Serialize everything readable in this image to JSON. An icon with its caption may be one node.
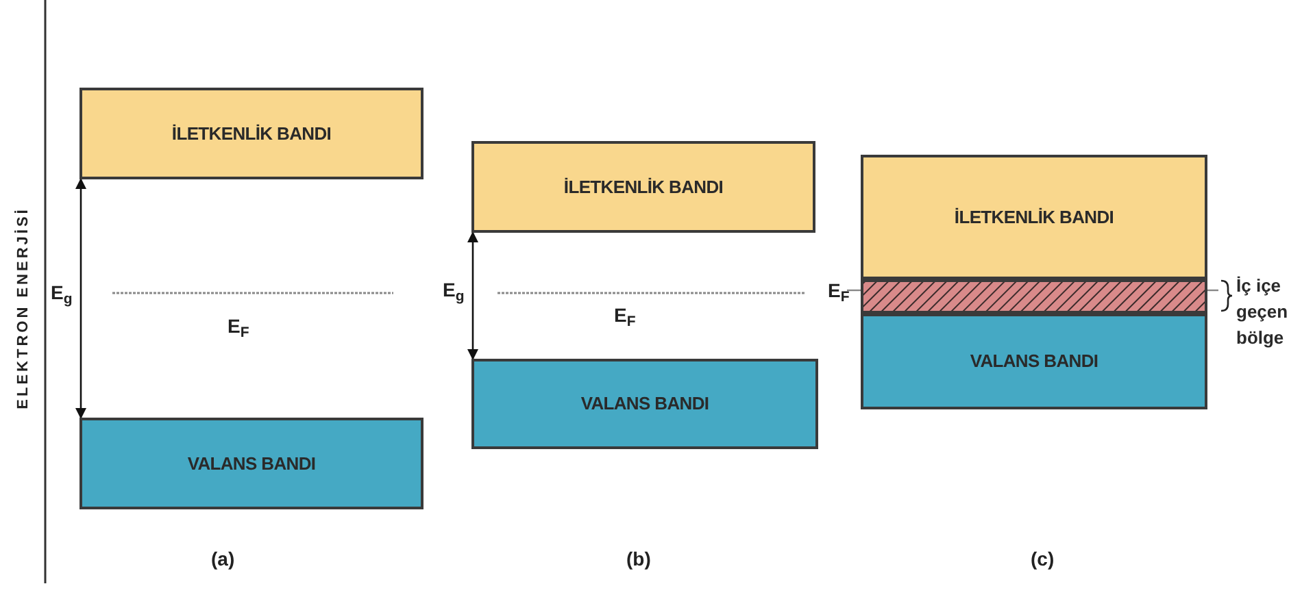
{
  "diagram": {
    "nodes": [
      {
        "text": [
          "İLETKENLİK BANDI"
        ]
      },
      {
        "text": [
          "VALANS BANDI"
        ]
      },
      {
        "text": [
          "İLETKENLİK BANDI"
        ]
      },
      {
        "text": [
          "VALANS BANDI"
        ]
      },
      {
        "text": [
          "İLETKENLİK BANDI"
        ]
      },
      {
        "text": [],
        "shape": "bar",
        "beside": [
          "İç içe geçen bölge"
        ]
      },
      {
        "text": [
          "VALANS BANDI"
        ]
      }
    ],
    "edges": [
      {
        "from": 0,
        "to": 1,
        "arrow": "both",
        "label": "E$_{g}$"
      },
      {
        "from": 2,
        "to": 3,
        "arrow": "both",
        "label": "E$_{g}$"
      }
    ],
    "labels": [
      "ELEKTRON ENERJİSİ",
      "E$_{F}$",
      "(a)",
      "E$_{F}$",
      "(b)",
      "E$_{F}$",
      "(c)"
    ]
  }
}
